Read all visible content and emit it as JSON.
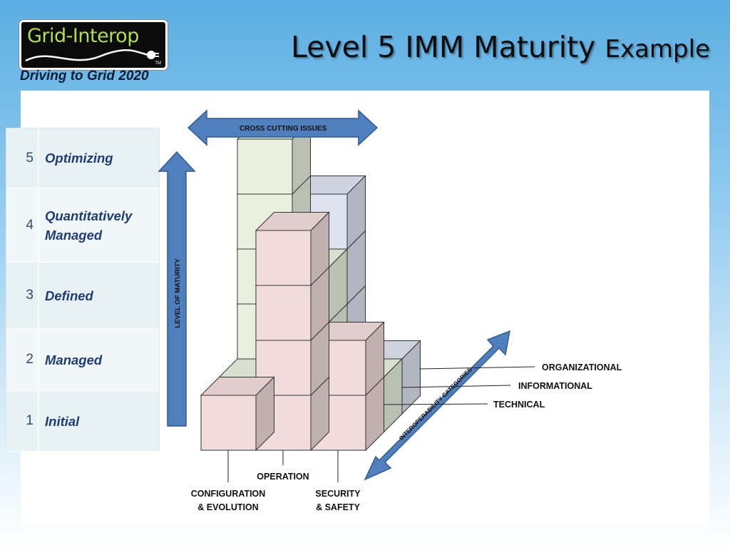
{
  "logo": {
    "brand": "Grid-Interop",
    "trademark": "TM",
    "tagline": "Driving to Grid 2020"
  },
  "title": {
    "main": "Level 5 IMM Maturity",
    "suffix": "Example"
  },
  "levels": [
    {
      "number": "5",
      "name": "Optimizing"
    },
    {
      "number": "4",
      "name": "Quantitatively Managed"
    },
    {
      "number": "3",
      "name": "Defined"
    },
    {
      "number": "2",
      "name": "Managed"
    },
    {
      "number": "1",
      "name": "Initial"
    }
  ],
  "diagram": {
    "arrows": {
      "cross_cutting": "CROSS CUTTING ISSUES",
      "maturity": "LEVEL OF MATURITY",
      "interoperability": "INTEROPERABILITY CATEGORIES"
    },
    "categories": [
      "ORGANIZATIONAL",
      "INFORMATIONAL",
      "TECHNICAL"
    ],
    "issues": {
      "configuration_line1": "CONFIGURATION",
      "configuration_line2": "& EVOLUTION",
      "operation": "OPERATION",
      "security_line1": "SECURITY",
      "security_line2": "& SAFETY"
    },
    "colors": {
      "arrow": "#4f7fbd",
      "arrow_stroke": "#2f5c94",
      "green_cube": "#e9f0de",
      "pink_cube": "#f2dcdb",
      "blue_cube": "#dde4f0"
    }
  }
}
